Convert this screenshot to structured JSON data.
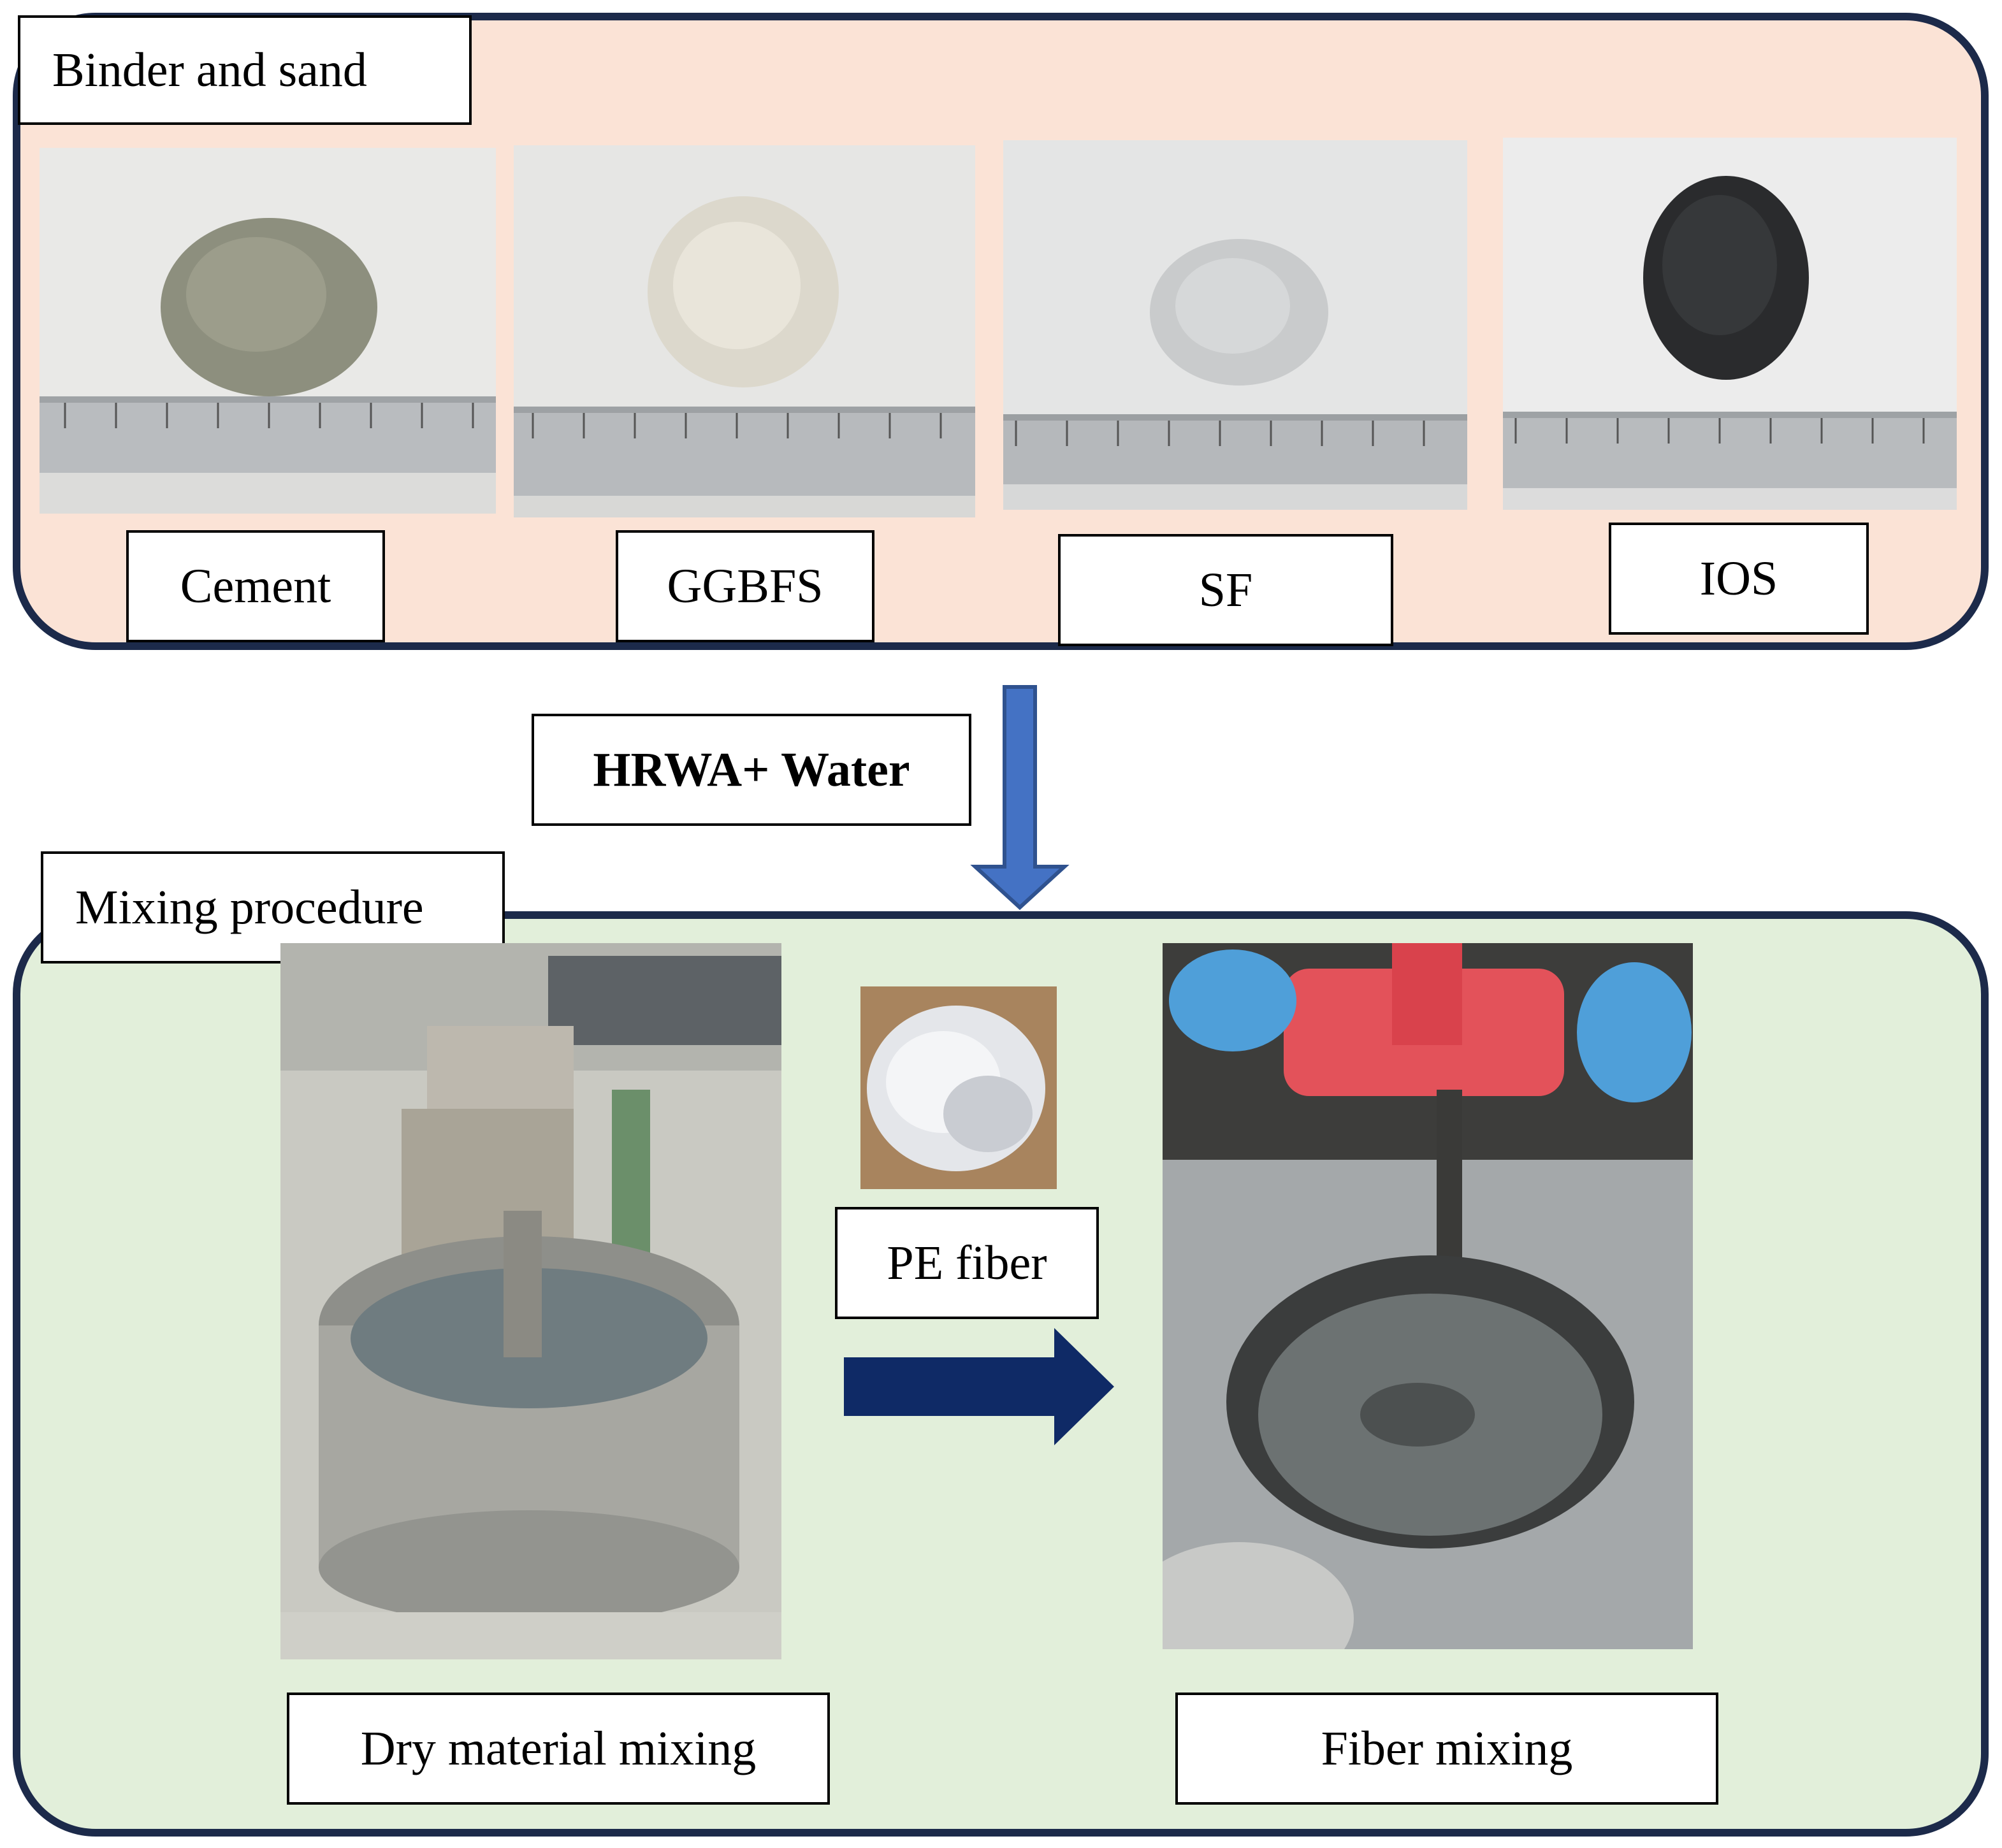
{
  "colors": {
    "panel_border": "#1c2a4a",
    "top_panel_fill": "#fbe3d6",
    "bottom_panel_fill": "#e2efda",
    "down_arrow": "#4472c4",
    "right_arrow": "#0f2a66"
  },
  "binder": {
    "title": "Binder and sand",
    "materials": [
      {
        "name": "Cement"
      },
      {
        "name": "GGBFS"
      },
      {
        "name": "SF"
      },
      {
        "name": "IOS"
      }
    ]
  },
  "additive": {
    "label": "HRWA+ Water",
    "arrow_icon": "arrow-down-icon"
  },
  "mixing": {
    "title": "Mixing procedure",
    "fiber_label": "PE fiber",
    "arrow_icon": "arrow-right-icon",
    "steps": [
      {
        "name": "Dry material mixing"
      },
      {
        "name": "Fiber mixing"
      }
    ]
  }
}
